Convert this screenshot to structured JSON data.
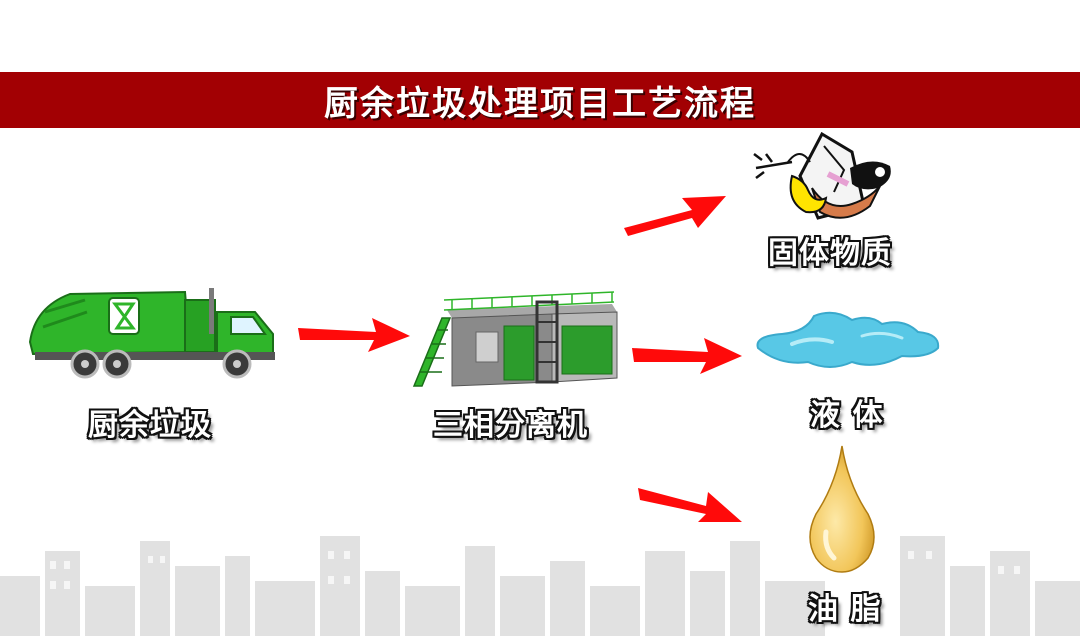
{
  "title": "厨余垃圾处理项目工艺流程",
  "nodes": {
    "source": {
      "label": "厨余垃圾",
      "icon": "garbage-truck-icon"
    },
    "separator": {
      "label": "三相分离机",
      "icon": "separator-machine-icon"
    },
    "solid": {
      "label": "固体物质",
      "icon": "food-waste-icon"
    },
    "liquid": {
      "label": "液 体",
      "icon": "water-puddle-icon"
    },
    "oil": {
      "label": "油 脂",
      "icon": "oil-drop-icon"
    }
  },
  "colors": {
    "title_bg": "#a20003",
    "arrow": "#ff0a0a",
    "truck": "#2fb52a",
    "liquid": "#58c8e6",
    "oil": "#f2c65a"
  }
}
